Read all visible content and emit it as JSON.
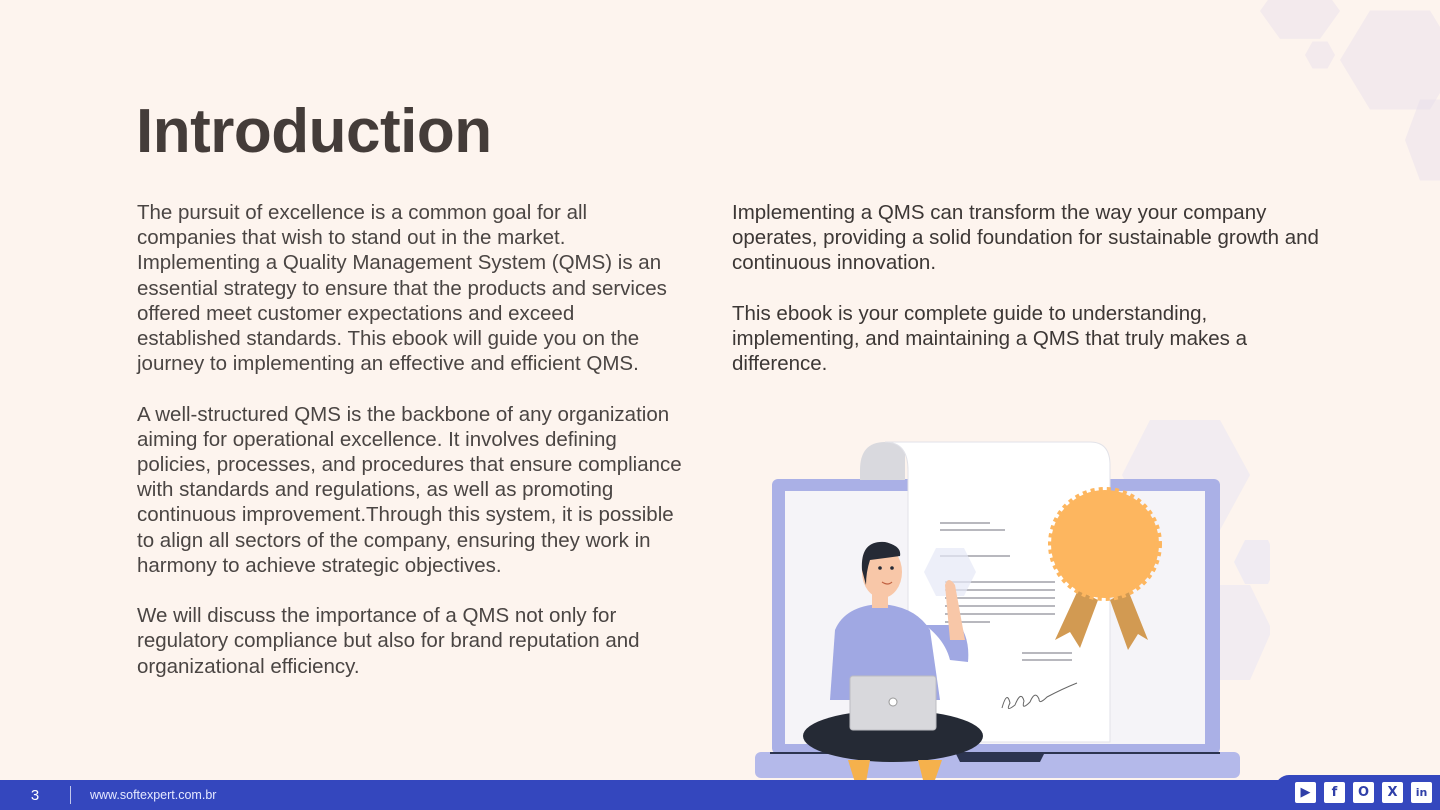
{
  "page": {
    "title": "Introduction",
    "left_column": [
      "The pursuit of excellence is a common goal for all companies that wish to stand out in the market. Implementing a Quality Management System (QMS) is an essential strategy to ensure that the products and services offered meet customer expectations and exceed established standards. This ebook will guide you on the journey to implementing an effective and efficient QMS.",
      "A well-structured QMS is the backbone of any organization aiming for operational excellence. It involves defining policies, processes, and procedures that ensure compliance with standards and regulations, as well as promoting continuous improvement.Through this system, it is possible to align all sectors of the company, ensuring they work in harmony to achieve strategic objectives.",
      "We will discuss the importance of a QMS not only for regulatory compliance but also for brand reputation and organizational efficiency."
    ],
    "right_column": [
      "Implementing a QMS can transform the way your company operates, providing a solid foundation for sustainable growth and continuous innovation.",
      "This ebook is your complete guide to understanding, implementing, and maintaining a QMS that truly makes a difference."
    ]
  },
  "illustration": {
    "description": "Man sitting cross-legged with laptop, pointing at a certificate with an award ribbon displayed on a large laptop screen"
  },
  "footer": {
    "page_number": "3",
    "url": "www.softexpert.com.br",
    "social": [
      {
        "name": "youtube",
        "glyph": "▶"
      },
      {
        "name": "facebook",
        "glyph": "f"
      },
      {
        "name": "instagram",
        "glyph": "O"
      },
      {
        "name": "x",
        "glyph": "X"
      },
      {
        "name": "linkedin",
        "glyph": "in"
      }
    ]
  },
  "colors": {
    "background": "#fdf4ee",
    "footer": "#3447be",
    "title": "#443c39",
    "accent_laptop": "#aab0e6",
    "badge": "#fdb65f"
  }
}
